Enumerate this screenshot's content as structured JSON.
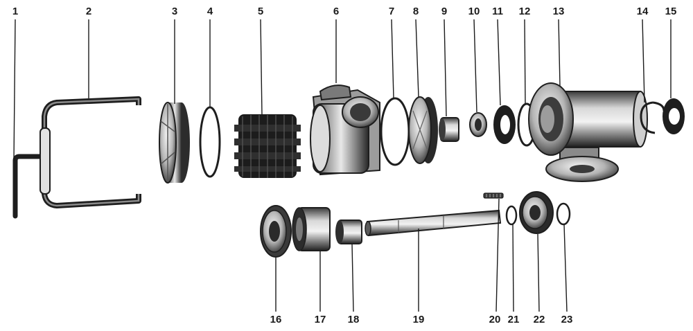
{
  "diagram": {
    "top_labels": [
      {
        "key": "pump-part-1",
        "label": "1"
      },
      {
        "key": "pump-part-2",
        "label": "2"
      },
      {
        "key": "pump-part-3",
        "label": "3"
      },
      {
        "key": "pump-part-4",
        "label": "4"
      },
      {
        "key": "pump-part-5",
        "label": "5"
      },
      {
        "key": "pump-part-6",
        "label": "6"
      },
      {
        "key": "pump-part-7",
        "label": "7"
      },
      {
        "key": "pump-part-8",
        "label": "8"
      },
      {
        "key": "pump-part-9",
        "label": "9"
      },
      {
        "key": "pump-part-10",
        "label": "10"
      },
      {
        "key": "pump-part-11",
        "label": "11"
      },
      {
        "key": "pump-part-12",
        "label": "12"
      },
      {
        "key": "pump-part-13",
        "label": "13"
      },
      {
        "key": "pump-part-14",
        "label": "14"
      },
      {
        "key": "pump-part-15",
        "label": "15"
      }
    ],
    "bottom_labels": [
      {
        "key": "pump-part-16",
        "label": "16"
      },
      {
        "key": "pump-part-17",
        "label": "17"
      },
      {
        "key": "pump-part-18",
        "label": "18"
      },
      {
        "key": "pump-part-19",
        "label": "19"
      },
      {
        "key": "pump-part-20",
        "label": "20"
      },
      {
        "key": "pump-part-21",
        "label": "21"
      },
      {
        "key": "pump-part-22",
        "label": "22"
      },
      {
        "key": "pump-part-23",
        "label": "23"
      }
    ]
  }
}
